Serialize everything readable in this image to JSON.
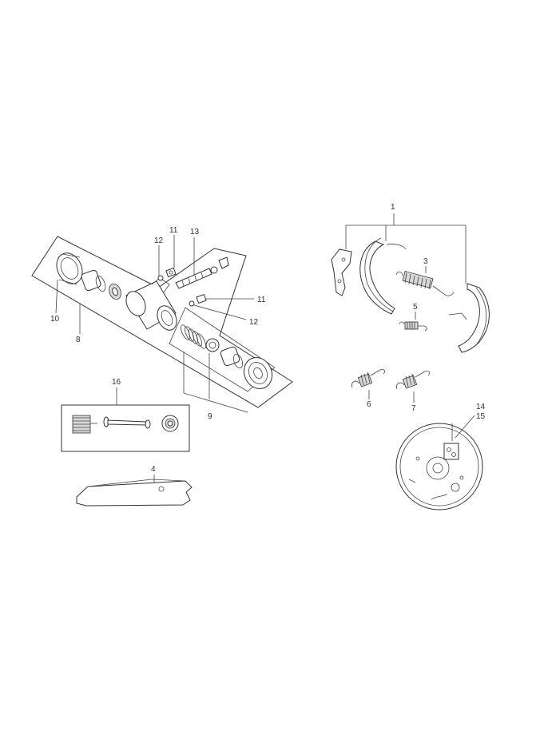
{
  "labels": {
    "p1": "1",
    "p3": "3",
    "p4": "4",
    "p5": "5",
    "p6": "6",
    "p7": "7",
    "p8": "8",
    "p9": "9",
    "p10": "10",
    "p11a": "11",
    "p11b": "11",
    "p12a": "12",
    "p12b": "12",
    "p13": "13",
    "p14": "14",
    "p15": "15",
    "p16": "16"
  }
}
